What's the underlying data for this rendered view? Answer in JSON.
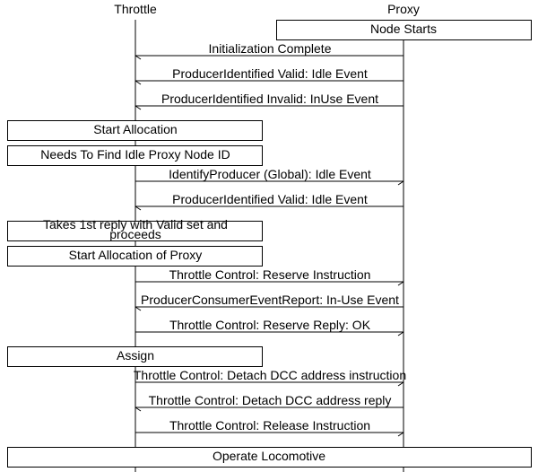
{
  "lifelines": {
    "throttle": "Throttle",
    "proxy": "Proxy"
  },
  "notes": {
    "node_starts": "Node Starts",
    "start_allocation": "Start Allocation",
    "needs_to_find": "Needs To Find Idle Proxy Node ID",
    "takes_first_reply_line1": "Takes 1st reply with Valid set and",
    "takes_first_reply_line2": "proceeds",
    "start_allocation_of_proxy": "Start Allocation of Proxy",
    "assign": "Assign",
    "operate_locomotive": "Operate Locomotive"
  },
  "messages": [
    {
      "label": "Initialization Complete",
      "from": "Proxy",
      "to": "Throttle"
    },
    {
      "label": "ProducerIdentified Valid: Idle Event",
      "from": "Proxy",
      "to": "Throttle"
    },
    {
      "label": "ProducerIdentified Invalid: InUse Event",
      "from": "Proxy",
      "to": "Throttle"
    },
    {
      "label": "IdentifyProducer (Global): Idle Event",
      "from": "Throttle",
      "to": "Proxy"
    },
    {
      "label": "ProducerIdentified Valid: Idle Event",
      "from": "Proxy",
      "to": "Throttle"
    },
    {
      "label": "Throttle Control: Reserve Instruction",
      "from": "Throttle",
      "to": "Proxy"
    },
    {
      "label": "ProducerConsumerEventReport: In-Use Event",
      "from": "Proxy",
      "to": "Throttle"
    },
    {
      "label": "Throttle Control: Reserve Reply: OK",
      "from": "Throttle",
      "to": "Proxy"
    },
    {
      "label": "Throttle Control: Detach DCC address instruction",
      "from": "Throttle",
      "to": "Proxy"
    },
    {
      "label": "Throttle Control: Detach DCC address reply",
      "from": "Proxy",
      "to": "Throttle"
    },
    {
      "label": "Throttle Control: Release Instruction",
      "from": "Throttle",
      "to": "Proxy"
    }
  ]
}
